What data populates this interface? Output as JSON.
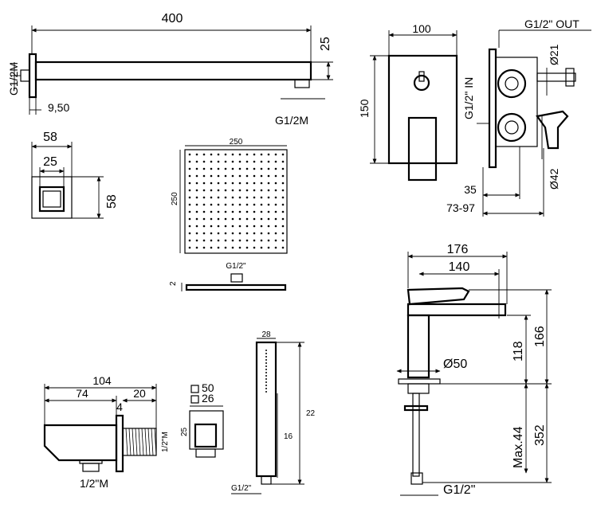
{
  "shower_arm": {
    "length": "400",
    "thread_label_left": "G1/2M",
    "height": "25",
    "thread_label_bottom": "G1/2M",
    "offset": "9,50"
  },
  "wall_flange": {
    "outer_width": "58",
    "inner_width": "25",
    "outer_height": "58"
  },
  "shower_head": {
    "width": "250",
    "height": "250",
    "thread_label": "G1/2\"",
    "thickness": "2"
  },
  "mixer_box": {
    "width": "100",
    "height": "150",
    "outlet_label": "G1/2\" OUT",
    "inlet_label": "G1/2\" IN",
    "diameter_small": "Ø21",
    "diameter_large": "Ø42",
    "depth_min": "35",
    "depth_range": "73-97"
  },
  "basin_mixer": {
    "total_depth": "176",
    "spout_reach": "140",
    "body_diameter": "Ø50",
    "spout_height": "118",
    "total_height": "166",
    "tail_max": "Max.44",
    "tail_length": "352",
    "thread_label": "G1/2\""
  },
  "wall_outlet": {
    "total_length": "104",
    "body_length": "74",
    "thread_length": "20",
    "plate_thickness": "4",
    "thread_label_bottom": "1/2\"M",
    "thread_label_side": "1/2\"M",
    "plate_outer": "50",
    "plate_inner": "26",
    "plate_height": "25"
  },
  "hand_shower": {
    "width": "28",
    "length": "22",
    "grip_length": "16",
    "thread_label": "G1/2\""
  }
}
